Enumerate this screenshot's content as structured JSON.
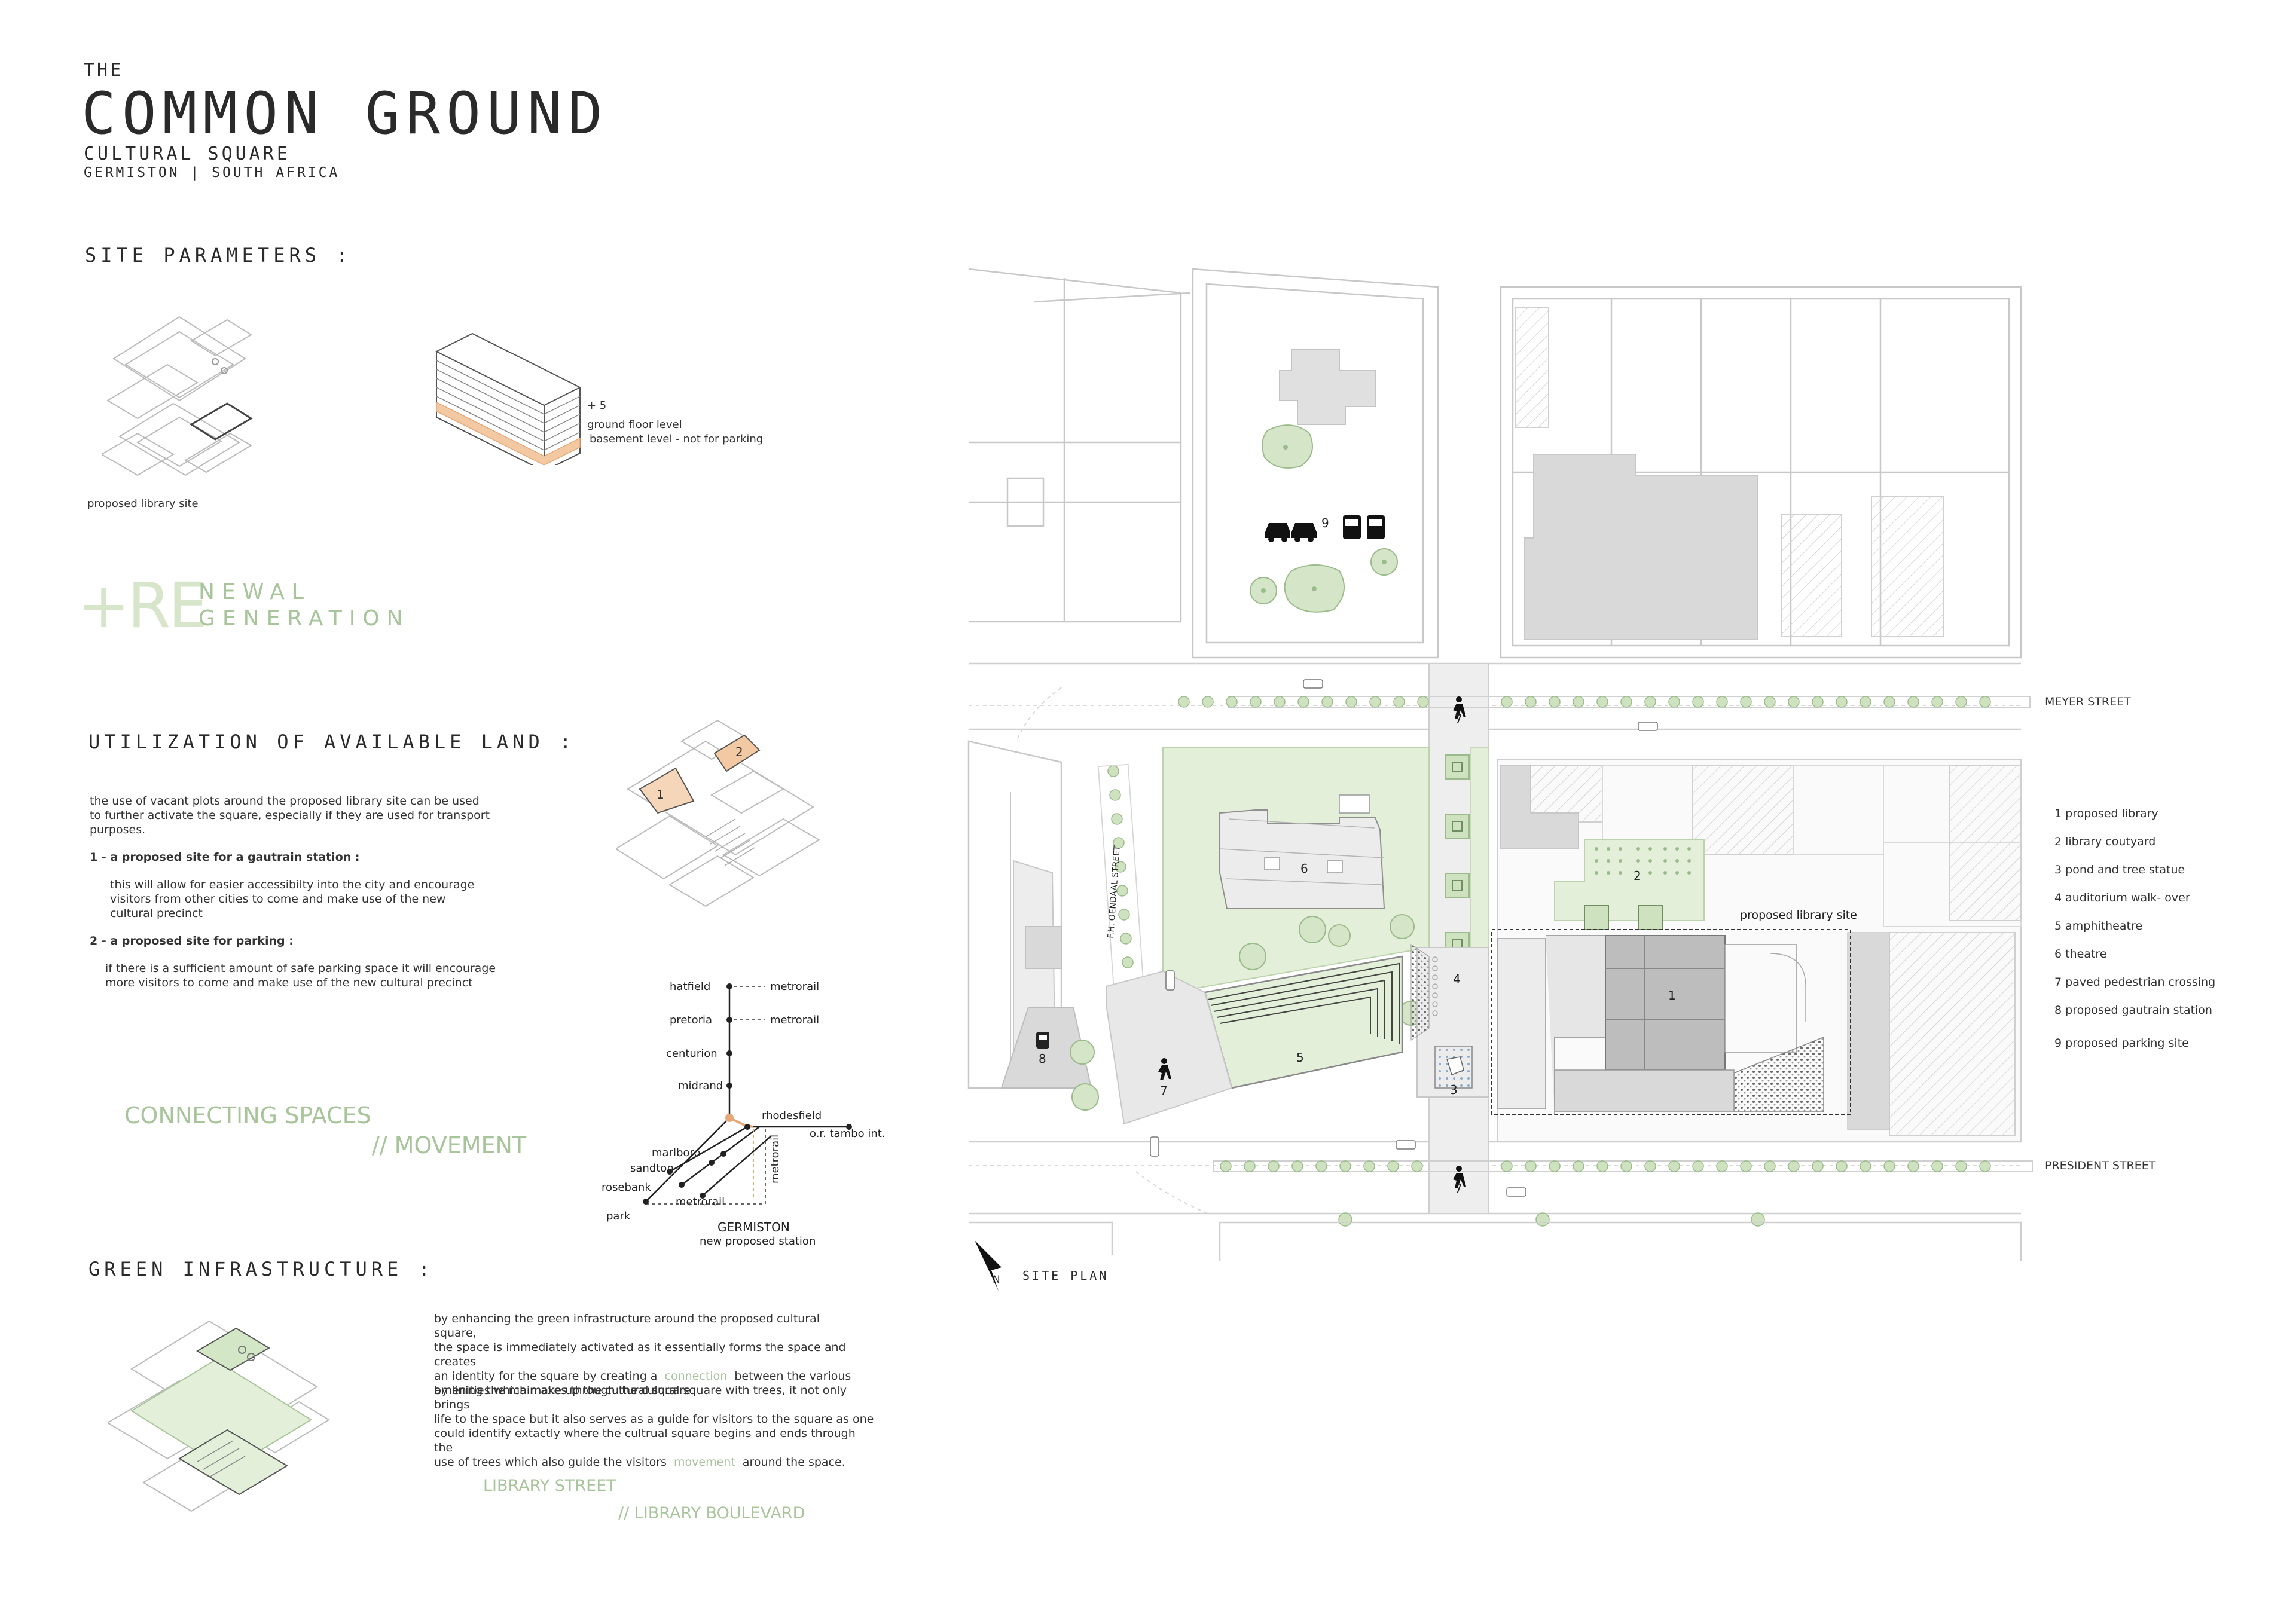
{
  "header": {
    "the": "THE",
    "title": "COMMON GROUND",
    "subtitle": "CULTURAL SQUARE",
    "location": "GERMISTON | SOUTH AFRICA"
  },
  "site_parameters": {
    "heading": "SITE PARAMETERS :",
    "site_caption": "proposed library site",
    "levels": [
      "+ 5",
      "ground floor level",
      "basement level - not for parking"
    ]
  },
  "renewal": {
    "plus_re": "+RE",
    "line1": "NEWAL",
    "line2": "GENERATION"
  },
  "utilization": {
    "heading": "UTILIZATION OF AVAILABLE LAND :",
    "intro": [
      "the use of vacant plots around the proposed library site can be used",
      "to further activate the square, especially if they are used for transport",
      "purposes."
    ],
    "item1_title": "1 - a proposed site for a gautrain station :",
    "item1_body": [
      "this will allow for easier accessibilty into the city and encourage",
      "visitors from other cities to come and make use of the new",
      "cultural precinct"
    ],
    "item2_title": "2 - a proposed site for parking :",
    "item2_body": [
      "if there is a sufficient amount of safe parking space it will encourage",
      "more visitors to come and make use of the new cultural precinct"
    ],
    "plot_labels": [
      "1",
      "2"
    ]
  },
  "connecting": {
    "line1": "CONNECTING SPACES",
    "line2": "// MOVEMENT"
  },
  "rail_map": {
    "stations": [
      "hatfield",
      "pretoria",
      "centurion",
      "midrand",
      "rhodesfield",
      "o.r. tambo int.",
      "marlboro",
      "sandton",
      "rosebank",
      "park"
    ],
    "metrorail_labels": [
      "metrorail",
      "metrorail",
      "metrorail",
      "metrorail"
    ],
    "germiston": "GERMISTON",
    "germiston_sub": "new proposed station"
  },
  "green": {
    "heading": "GREEN INFRASTRUCTURE :",
    "para1_a": [
      "by enhancing the green infrastructure around the proposed cultural square,",
      "the space is immediately activated as it essentially forms the space and creates"
    ],
    "para1_b_pre": "an identity for the square by creating a",
    "para1_b_hl": "connection",
    "para1_b_post": "between the various",
    "para1_c": "amenities which make up the cultural square",
    "para2_a": [
      "by lining the main axes through the culural square with trees, it not only brings",
      "life to the space but it also serves as a guide for visitors to the square as one",
      "could identify extactly where the cultrual square begins and ends through the"
    ],
    "para2_b_pre": "use of trees which also guide the visitors",
    "para2_b_hl": "movement",
    "para2_b_post": "around the space.",
    "tag1": "LIBRARY STREET",
    "tag2": "// LIBRARY BOULEVARD"
  },
  "site_plan": {
    "caption": "SITE PLAN",
    "north": "N",
    "streets": {
      "meyer": "MEYER STREET",
      "president": "PRESIDENT STREET",
      "oendaal": "F.H. OENDAAL STREET"
    },
    "proposed_site_label": "proposed library site",
    "numbers": [
      "1",
      "2",
      "3",
      "4",
      "5",
      "6",
      "7",
      "7",
      "7",
      "8",
      "9"
    ],
    "legend": [
      "1 proposed library",
      "2 library coutyard",
      "3 pond and tree statue",
      "4 auditorium walk- over",
      "5 amphitheatre",
      "6 theatre",
      "7 paved pedestrian crossing",
      "8 proposed gautrain station",
      "9 proposed parking site"
    ]
  },
  "colors": {
    "green": "#a7c49a",
    "green_fill": "#e3efd9",
    "orange": "#e8a876",
    "grey_fill": "#d9d9d9"
  }
}
